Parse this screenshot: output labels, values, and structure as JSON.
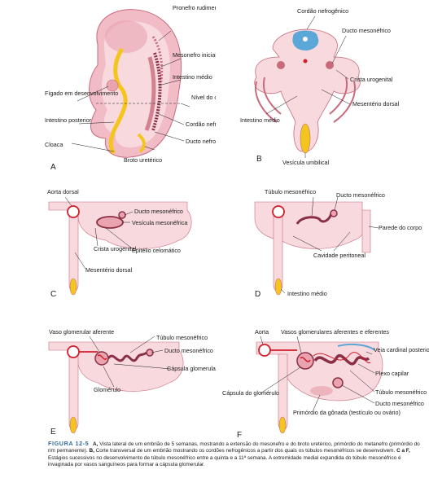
{
  "panels": {
    "A": {
      "letter": "A",
      "labels": {
        "pronefro": "Pronefro rudimentar em degeneração",
        "mesonefro_inicial": "Mesonefro inicial",
        "intestino_medio": "Intestino médio",
        "nivel_corte": "Nível do corte B",
        "cordao": "Cordão nefrogênico",
        "ducto": "Ducto nefrogênico",
        "broto": "Broto uretérico",
        "figado": "Fígado em desenvolvimento",
        "intestino_posterior": "Intestino posterior",
        "cloaca": "Cloaca"
      }
    },
    "B": {
      "letter": "B",
      "labels": {
        "cordao": "Cordão nefrogênico",
        "ducto": "Ducto mesonéfrico",
        "crista": "Crista urogenital",
        "mesenterio": "Mesentério dorsal",
        "intestino": "Intestino médio",
        "vesicula": "Vesícula umbilical"
      }
    },
    "C": {
      "letter": "C",
      "labels": {
        "aorta": "Aorta dorsal",
        "ducto": "Ducto mesonéfrico",
        "vesicula": "Vesícula mesonéfrica",
        "epitelio": "Epitélio celomático",
        "crista": "Crista urogenital",
        "mesenterio": "Mesentério dorsal"
      }
    },
    "D": {
      "letter": "D",
      "labels": {
        "tubulo": "Túbulo mesonéfrico",
        "ducto": "Ducto mesonéfrico",
        "parede": "Parede do corpo",
        "cavidade": "Cavidade peritoneal",
        "intestino": "Intestino médio"
      }
    },
    "E": {
      "letter": "E",
      "labels": {
        "vaso": "Vaso glomerular aferente",
        "tubulo": "Túbulo mesonéfrico",
        "ducto": "Ducto mesonéfrico",
        "capsula": "Cápsula glomerular",
        "glomerulo": "Glomérulo"
      }
    },
    "F": {
      "letter": "F",
      "labels": {
        "aorta": "Aorta",
        "vasos": "Vasos glomerulares aferentes e eferentes",
        "veia": "Veia cardinal posterior",
        "plexo": "Plexo capilar",
        "tubulo": "Túbulo mesonéfrico",
        "ducto": "Ducto mesonéfrico",
        "capsula": "Cápsula do glomérulo",
        "primordio": "Primórdio da gônada (testículo ou ovário)"
      }
    }
  },
  "caption": {
    "figure": "FIGURA 12-5",
    "text_a_label": "A,",
    "text_a": "Vista lateral de um embrião de 5 semanas, mostrando a extensão do mesonefro e do broto uretérico, primórdio do metanefro (primórdio do rim permanente).",
    "text_b_label": "B,",
    "text_b": "Corte transversal de um embrião mostrando os cordões nefrogênicos a partir dos quais os túbulos mesonéfricos se desenvolvem.",
    "text_cf_label": "C a F,",
    "text_cf": "Estágios sucessivos no desenvolvimento de túbulo mesonéfrico entre a quinta e a 11ª semana. A extremidade medial expandida do túbulo mesonéfrico é invaginada por vasos sanguíneos para formar a cápsula glomerular."
  },
  "colors": {
    "pink_light": "#f7d9de",
    "pink": "#eaa4b0",
    "pink_dark": "#c86a7c",
    "red": "#d21f2b",
    "yellow": "#f4c51c",
    "blue": "#5aa7d8",
    "caption_blue": "#2f6aa6"
  }
}
